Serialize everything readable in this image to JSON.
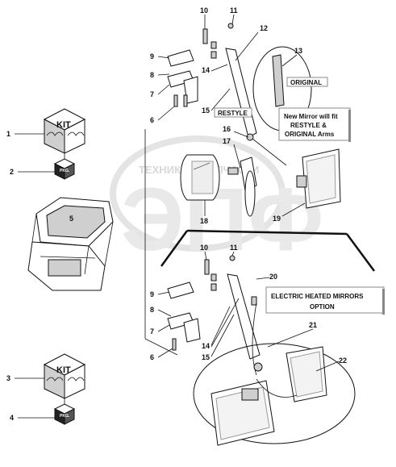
{
  "callouts": {
    "c1": "1",
    "c2": "2",
    "c3": "3",
    "c4": "4",
    "c5": "5",
    "c6a": "6",
    "c7a": "7",
    "c8a": "8",
    "c9a": "9",
    "c10a": "10",
    "c11a": "11",
    "c12": "12",
    "c13": "13",
    "c14a": "14",
    "c15a": "15",
    "c16": "16",
    "c17": "17",
    "c18": "18",
    "c19": "19",
    "c20": "20",
    "c21": "21",
    "c22": "22",
    "c6b": "6",
    "c7b": "7",
    "c8b": "8",
    "c9b": "9",
    "c10b": "10",
    "c11b": "11",
    "c14b": "14",
    "c15b": "15"
  },
  "labels": {
    "original": "ORIGINAL",
    "restyle": "RESTYLE",
    "new_mirror_line1": "New Mirror will fit",
    "new_mirror_line2": "RESTYLE &",
    "new_mirror_line3": "ORIGINAL Arms",
    "heated_line1": "ELECTRIC HEATED MIRRORS",
    "heated_line2": "OPTION"
  },
  "kit_boxes": {
    "top_kit": "KIT",
    "top_pkg": "PKG.",
    "bottom_kit": "KIT",
    "bottom_pkg": "PKG."
  },
  "watermark": {
    "text": "ТЕХНИКА И ЗАПЧАСТИ",
    "letters": "ЭПФ"
  }
}
